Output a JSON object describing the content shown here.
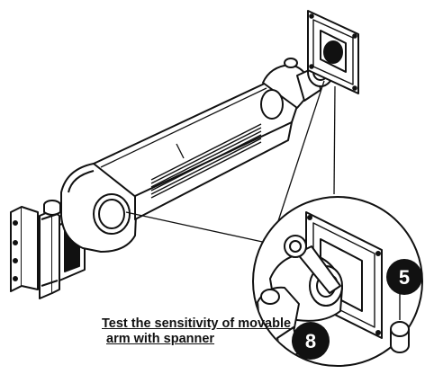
{
  "caption": {
    "line1": "Test the sensitivity of movable",
    "line2": "arm with spanner"
  },
  "callouts": {
    "part_a": "5",
    "part_b": "8"
  },
  "colors": {
    "line": "#111111",
    "badge_fill": "#111111",
    "badge_text": "#ffffff",
    "background": "#ffffff"
  },
  "icons": [
    "monitor-arm",
    "vesa-mount-plate",
    "wall-bracket",
    "spanner",
    "tension-cap"
  ]
}
